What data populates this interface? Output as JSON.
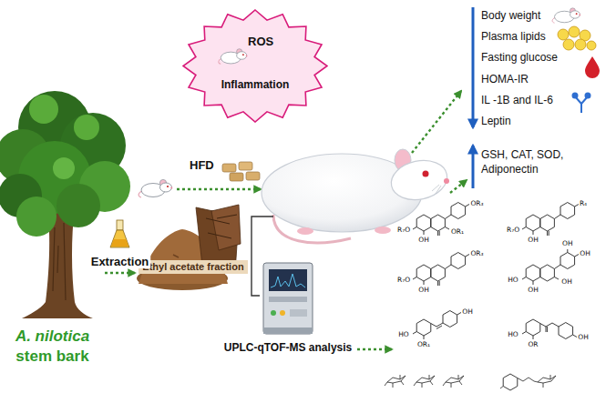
{
  "diagram": {
    "nodes": [
      {
        "text": [
          "ROS",
          "Inflammation"
        ]
      },
      {
        "text": [
          "A. nilotica",
          "stem bark"
        ]
      },
      {
        "text": [
          "Ethyl acetate fraction"
        ]
      },
      {
        "text": [
          "UPLC-qTOF-MS analysis"
        ]
      }
    ],
    "edges": [
      {
        "from": 1,
        "to": 2,
        "label": "Extraction",
        "arrow": "to"
      },
      {
        "from": 2,
        "to": 3,
        "arrow": "none"
      }
    ],
    "labels": [
      "HFD",
      "Body weight",
      "Plasma lipids",
      "Fasting glucose",
      "HOMA-IR",
      "IL -1B and IL-6",
      "Leptin",
      "GSH, CAT, SOD, Adiponectin",
      "R₇O",
      "OH",
      "OR₁",
      "OR₃",
      "R₇O",
      "OH",
      "R₄",
      "R₇O",
      "OH",
      "OR₃",
      "HO",
      "OH",
      "OH",
      "OH",
      "OH",
      "HO",
      "OR₁",
      "OH",
      "HO",
      "OR",
      "OH"
    ]
  }
}
